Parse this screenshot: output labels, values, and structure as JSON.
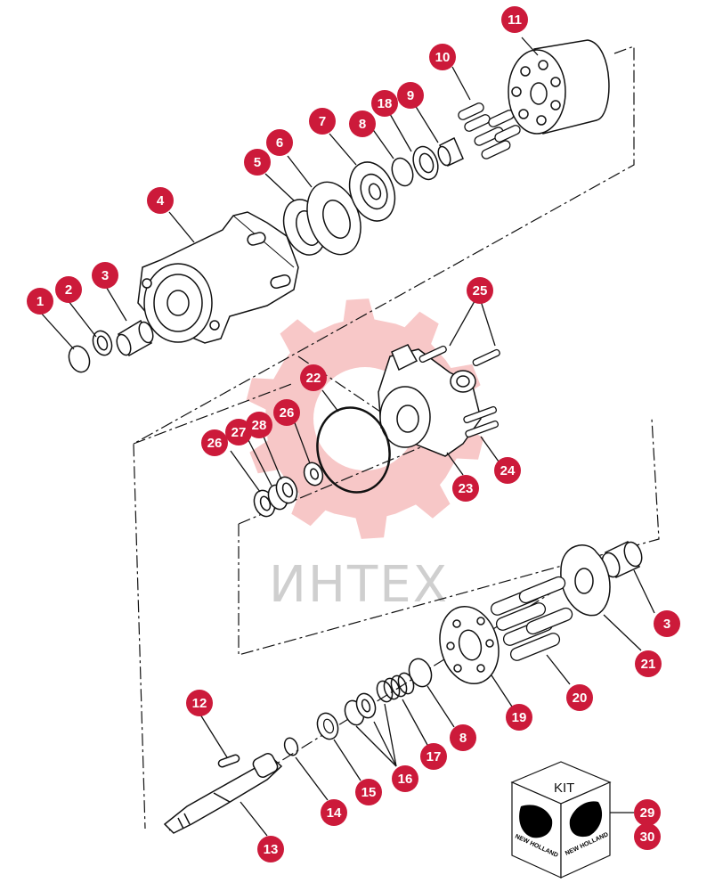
{
  "watermark": {
    "text": "ИНТЕХ",
    "gear_color": "#f29a9a"
  },
  "callout_color": "#cc1a3a",
  "callouts": [
    {
      "label": "1"
    },
    {
      "label": "2"
    },
    {
      "label": "3"
    },
    {
      "label": "4"
    },
    {
      "label": "5"
    },
    {
      "label": "6"
    },
    {
      "label": "7"
    },
    {
      "label": "8"
    },
    {
      "label": "18"
    },
    {
      "label": "9"
    },
    {
      "label": "10"
    },
    {
      "label": "11"
    },
    {
      "label": "25"
    },
    {
      "label": "22"
    },
    {
      "label": "27"
    },
    {
      "label": "26"
    },
    {
      "label": "28"
    },
    {
      "label": "26"
    },
    {
      "label": "23"
    },
    {
      "label": "24"
    },
    {
      "label": "3"
    },
    {
      "label": "21"
    },
    {
      "label": "20"
    },
    {
      "label": "19"
    },
    {
      "label": "8"
    },
    {
      "label": "17"
    },
    {
      "label": "16"
    },
    {
      "label": "15"
    },
    {
      "label": "14"
    },
    {
      "label": "12"
    },
    {
      "label": "13"
    },
    {
      "label": "29"
    },
    {
      "label": "30"
    }
  ],
  "kit": {
    "label": "KIT",
    "brand": "NEW HOLLAND",
    "logo_icon": "new-holland-logo-icon"
  }
}
